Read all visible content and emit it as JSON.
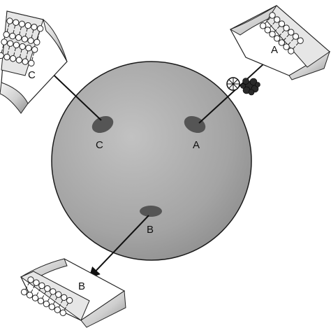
{
  "labels": {
    "patch_a": "A",
    "patch_b": "B",
    "patch_c": "C",
    "membrane_a": "A",
    "membrane_b": "B",
    "membrane_c": "C"
  },
  "colors": {
    "cell_fill": "#a9a9a9",
    "cell_edge": "#1a1a1a",
    "patch": "#555555",
    "membrane_outer": "#d8d8d8",
    "membrane_inner": "#ffffff",
    "ink": "#111111"
  },
  "icons": {
    "wheel": "spoked-wheel-icon",
    "particle": "aggregate-particle-icon"
  }
}
